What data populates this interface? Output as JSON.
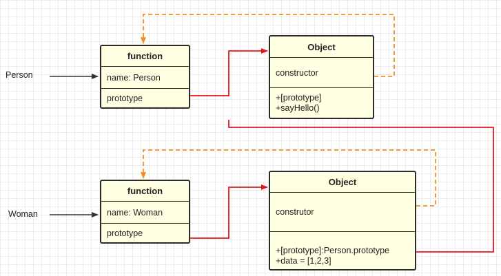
{
  "person_group": {
    "label": "Person",
    "function_box": {
      "header": "function",
      "name_row": "name: Person",
      "prototype_row": "prototype"
    },
    "object_box": {
      "header": "Object",
      "constructor_row": "constructor",
      "methods": [
        "+[prototype]",
        "+sayHello()"
      ]
    }
  },
  "woman_group": {
    "label": "Woman",
    "function_box": {
      "header": "function",
      "name_row": "name: Woman",
      "prototype_row": "prototype"
    },
    "object_box": {
      "header": "Object",
      "constructor_row": "construtor",
      "methods": [
        "+[prototype]:Person.prototype",
        "+data = [1,2,3]"
      ]
    }
  },
  "colors": {
    "prototype_link": "#e8151b",
    "constructor_link": "#f0901e",
    "pointer_arrow": "#333333",
    "box_fill": "#ffffe1",
    "box_border": "#2b2b2b"
  }
}
